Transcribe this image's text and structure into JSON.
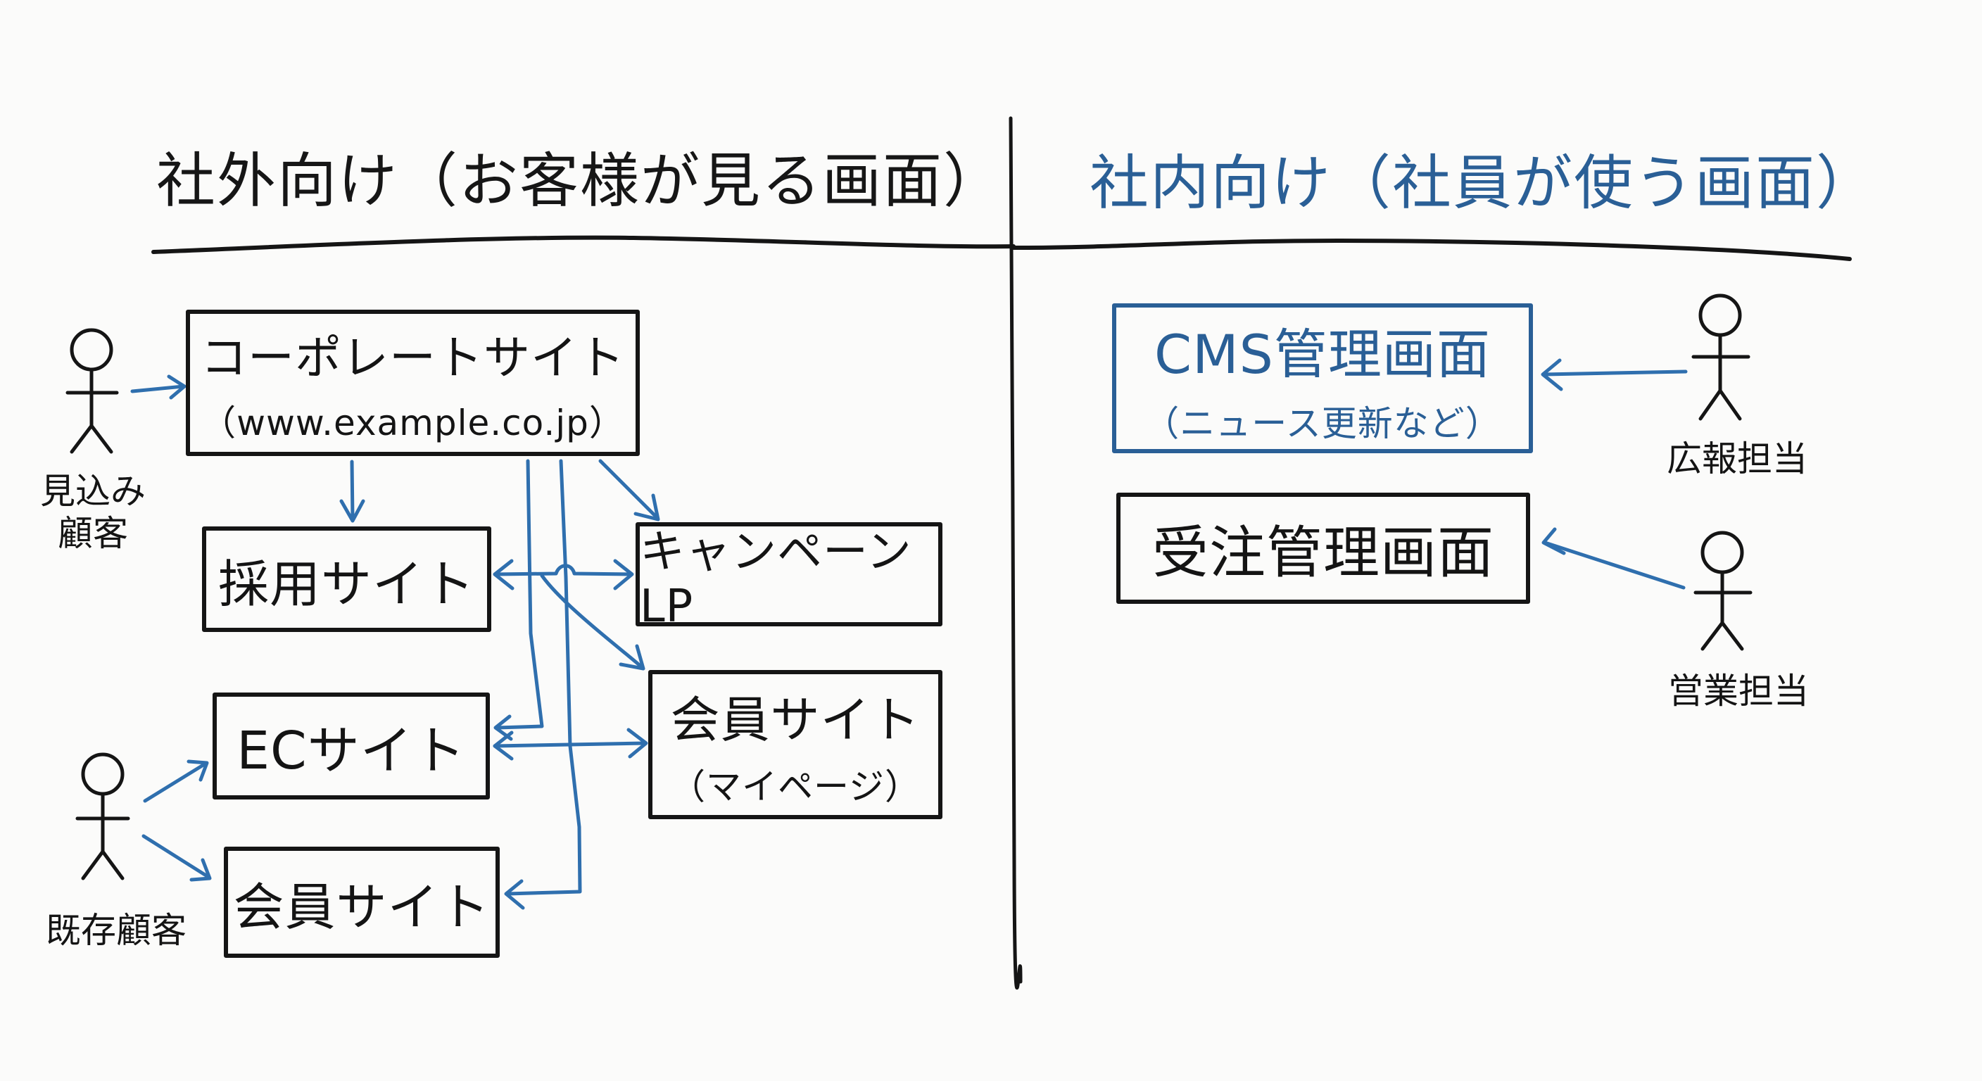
{
  "colors": {
    "ink": "#151515",
    "accent": "#2a5f96",
    "arrow": "#2f6fae",
    "background": "#fbfbfa"
  },
  "external": {
    "title": "社外向け（お客様が見る画面）",
    "actors": [
      {
        "id": "prospect",
        "label_line1": "見込み",
        "label_line2": "顧客"
      },
      {
        "id": "existing",
        "label": "既存顧客"
      }
    ],
    "boxes": {
      "corporate": {
        "title": "コーポレートサイト",
        "subtitle": "（www.example.co.jp）"
      },
      "recruit": {
        "title": "採用サイト"
      },
      "campaign": {
        "title": "キャンペーンLP"
      },
      "ec": {
        "title": "ECサイト"
      },
      "member_mypage": {
        "title": "会員サイト",
        "subtitle": "（マイページ）"
      },
      "member": {
        "title": "会員サイト"
      }
    },
    "connections": [
      {
        "from": "prospect",
        "to": "corporate"
      },
      {
        "from": "corporate",
        "to": "recruit"
      },
      {
        "from": "corporate",
        "to": "campaign"
      },
      {
        "from": "corporate",
        "to": "ec"
      },
      {
        "from": "corporate",
        "to": "member"
      },
      {
        "from": "recruit",
        "to": "campaign",
        "bidirectional": true
      },
      {
        "from": "recruit",
        "to": "member_mypage"
      },
      {
        "from": "ec",
        "to": "member_mypage",
        "bidirectional": true
      },
      {
        "from": "existing",
        "to": "ec"
      },
      {
        "from": "existing",
        "to": "member"
      }
    ]
  },
  "internal": {
    "title": "社内向け（社員が使う画面）",
    "actors": [
      {
        "id": "pr",
        "label": "広報担当"
      },
      {
        "id": "sales",
        "label": "営業担当"
      }
    ],
    "boxes": {
      "cms": {
        "title": "CMS管理画面",
        "subtitle": "（ニュース更新など）"
      },
      "orders": {
        "title": "受注管理画面"
      }
    },
    "connections": [
      {
        "from": "pr",
        "to": "cms"
      },
      {
        "from": "sales",
        "to": "orders"
      }
    ]
  }
}
